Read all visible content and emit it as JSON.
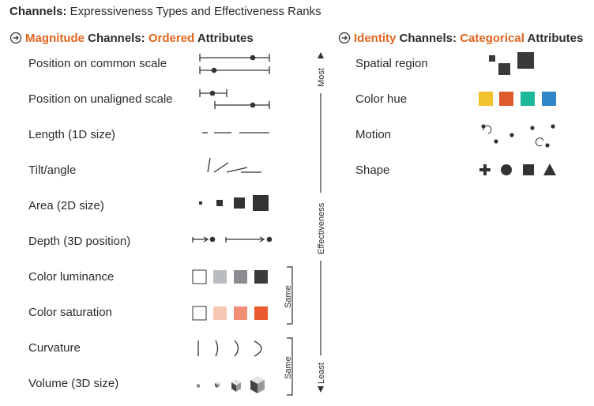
{
  "title": {
    "bold": "Channels:",
    "rest": " Expressiveness Types and Effectiveness Ranks"
  },
  "magnitude": {
    "head_colored": "Magnitude",
    "head_mid": " Channels: ",
    "head_colored2": "Ordered",
    "head_end": " Attributes",
    "rows": [
      "Position on common scale",
      "Position on unaligned scale",
      "Length (1D size)",
      "Tilt/angle",
      "Area (2D size)",
      "Depth (3D position)",
      "Color luminance",
      "Color saturation",
      "Curvature",
      "Volume (3D size)"
    ]
  },
  "identity": {
    "head_colored": "Identity",
    "head_mid": " Channels: ",
    "head_colored2": "Categorical",
    "head_end": " Attributes",
    "rows": [
      "Spatial region",
      "Color hue",
      "Motion",
      "Shape"
    ]
  },
  "scale": {
    "most": "Most",
    "effectiveness": "Effectiveness",
    "least": "Least",
    "same": "Same"
  },
  "colors": {
    "accent": "#e0651f",
    "hue": [
      "#f2c12e",
      "#e05a2b",
      "#1fb89a",
      "#2f86c9"
    ],
    "luminance": [
      "#ffffff",
      "#b9bcc0",
      "#8a8c8f",
      "#3a3a3a"
    ],
    "saturation": [
      "#ffffff",
      "#f7c7b5",
      "#f08f73",
      "#ec5a2f"
    ]
  },
  "icons": {
    "section_marker": "circle-arrow-icon",
    "scale_arrows": "up-down-arrow-icon"
  }
}
